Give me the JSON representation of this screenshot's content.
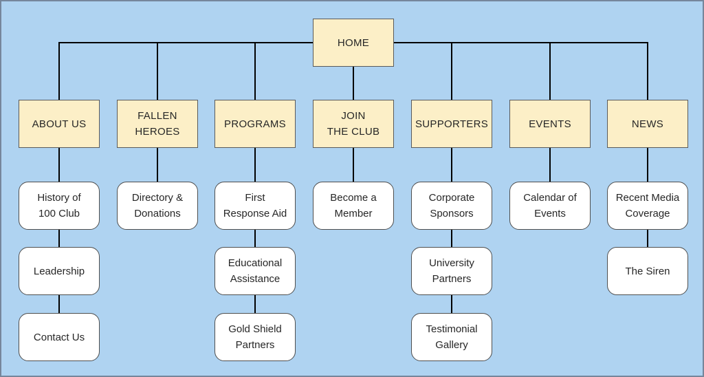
{
  "diagram": {
    "kind": "sitemap-tree",
    "root": "HOME"
  },
  "styles": {
    "background": "#AFD3F1",
    "frame": "#76869B",
    "branch_fill": "#FCEFC7",
    "branch_border": "#595959",
    "leaf_fill": "#FFFFFF",
    "leaf_border": "#4D4D4D",
    "line": "#000000",
    "text": "#262626"
  },
  "nodes": [
    {
      "id": "home",
      "label": "HOME",
      "lines": [
        "HOME"
      ],
      "kind": "branch",
      "col": 3,
      "row": 0
    },
    {
      "id": "about-us",
      "label": "ABOUT US",
      "lines": [
        "ABOUT US"
      ],
      "kind": "branch",
      "col": 0,
      "row": 1
    },
    {
      "id": "fallen-heroes",
      "label": "FALLEN HEROES",
      "lines": [
        "FALLEN",
        "HEROES"
      ],
      "kind": "branch",
      "col": 1,
      "row": 1
    },
    {
      "id": "programs",
      "label": "PROGRAMS",
      "lines": [
        "PROGRAMS"
      ],
      "kind": "branch",
      "col": 2,
      "row": 1
    },
    {
      "id": "join-the-club",
      "label": "JOIN THE CLUB",
      "lines": [
        "JOIN",
        "THE CLUB"
      ],
      "kind": "branch",
      "col": 3,
      "row": 1
    },
    {
      "id": "supporters",
      "label": "SUPPORTERS",
      "lines": [
        "SUPPORTERS"
      ],
      "kind": "branch",
      "col": 4,
      "row": 1
    },
    {
      "id": "events",
      "label": "EVENTS",
      "lines": [
        "EVENTS"
      ],
      "kind": "branch",
      "col": 5,
      "row": 1
    },
    {
      "id": "news",
      "label": "NEWS",
      "lines": [
        "NEWS"
      ],
      "kind": "branch",
      "col": 6,
      "row": 1
    },
    {
      "id": "history-of-100-club",
      "label": "History of 100 Club",
      "lines": [
        "History of",
        "100 Club"
      ],
      "kind": "leaf",
      "col": 0,
      "row": 2
    },
    {
      "id": "directory-donations",
      "label": "Directory & Donations",
      "lines": [
        "Directory &",
        "Donations"
      ],
      "kind": "leaf",
      "col": 1,
      "row": 2
    },
    {
      "id": "first-response-aid",
      "label": "First Response Aid",
      "lines": [
        "First",
        "Response Aid"
      ],
      "kind": "leaf",
      "col": 2,
      "row": 2
    },
    {
      "id": "become-a-member",
      "label": "Become a Member",
      "lines": [
        "Become a",
        "Member"
      ],
      "kind": "leaf",
      "col": 3,
      "row": 2
    },
    {
      "id": "corporate-sponsors",
      "label": "Corporate Sponsors",
      "lines": [
        "Corporate",
        "Sponsors"
      ],
      "kind": "leaf",
      "col": 4,
      "row": 2
    },
    {
      "id": "calendar-of-events",
      "label": "Calendar of Events",
      "lines": [
        "Calendar of",
        "Events"
      ],
      "kind": "leaf",
      "col": 5,
      "row": 2
    },
    {
      "id": "recent-media-coverage",
      "label": "Recent Media Coverage",
      "lines": [
        "Recent Media",
        "Coverage"
      ],
      "kind": "leaf",
      "col": 6,
      "row": 2
    },
    {
      "id": "leadership",
      "label": "Leadership",
      "lines": [
        "Leadership"
      ],
      "kind": "leaf",
      "col": 0,
      "row": 3
    },
    {
      "id": "educational-assistance",
      "label": "Educational Assistance",
      "lines": [
        "Educational",
        "Assistance"
      ],
      "kind": "leaf",
      "col": 2,
      "row": 3
    },
    {
      "id": "university-partners",
      "label": "University Partners",
      "lines": [
        "University",
        "Partners"
      ],
      "kind": "leaf",
      "col": 4,
      "row": 3
    },
    {
      "id": "the-siren",
      "label": "The Siren",
      "lines": [
        "The Siren"
      ],
      "kind": "leaf",
      "col": 6,
      "row": 3
    },
    {
      "id": "contact-us",
      "label": "Contact Us",
      "lines": [
        "Contact Us"
      ],
      "kind": "leaf",
      "col": 0,
      "row": 4
    },
    {
      "id": "gold-shield-partners",
      "label": "Gold Shield Partners",
      "lines": [
        "Gold Shield",
        "Partners"
      ],
      "kind": "leaf",
      "col": 2,
      "row": 4
    },
    {
      "id": "testimonial-gallery",
      "label": "Testimonial Gallery",
      "lines": [
        "Testimonial",
        "Gallery"
      ],
      "kind": "leaf",
      "col": 4,
      "row": 4
    }
  ],
  "links": [
    [
      "home",
      "about-us"
    ],
    [
      "home",
      "fallen-heroes"
    ],
    [
      "home",
      "programs"
    ],
    [
      "home",
      "join-the-club"
    ],
    [
      "home",
      "supporters"
    ],
    [
      "home",
      "events"
    ],
    [
      "home",
      "news"
    ],
    [
      "about-us",
      "history-of-100-club"
    ],
    [
      "history-of-100-club",
      "leadership"
    ],
    [
      "leadership",
      "contact-us"
    ],
    [
      "fallen-heroes",
      "directory-donations"
    ],
    [
      "programs",
      "first-response-aid"
    ],
    [
      "first-response-aid",
      "educational-assistance"
    ],
    [
      "educational-assistance",
      "gold-shield-partners"
    ],
    [
      "join-the-club",
      "become-a-member"
    ],
    [
      "supporters",
      "corporate-sponsors"
    ],
    [
      "corporate-sponsors",
      "university-partners"
    ],
    [
      "university-partners",
      "testimonial-gallery"
    ],
    [
      "events",
      "calendar-of-events"
    ],
    [
      "news",
      "recent-media-coverage"
    ],
    [
      "recent-media-coverage",
      "the-siren"
    ]
  ]
}
